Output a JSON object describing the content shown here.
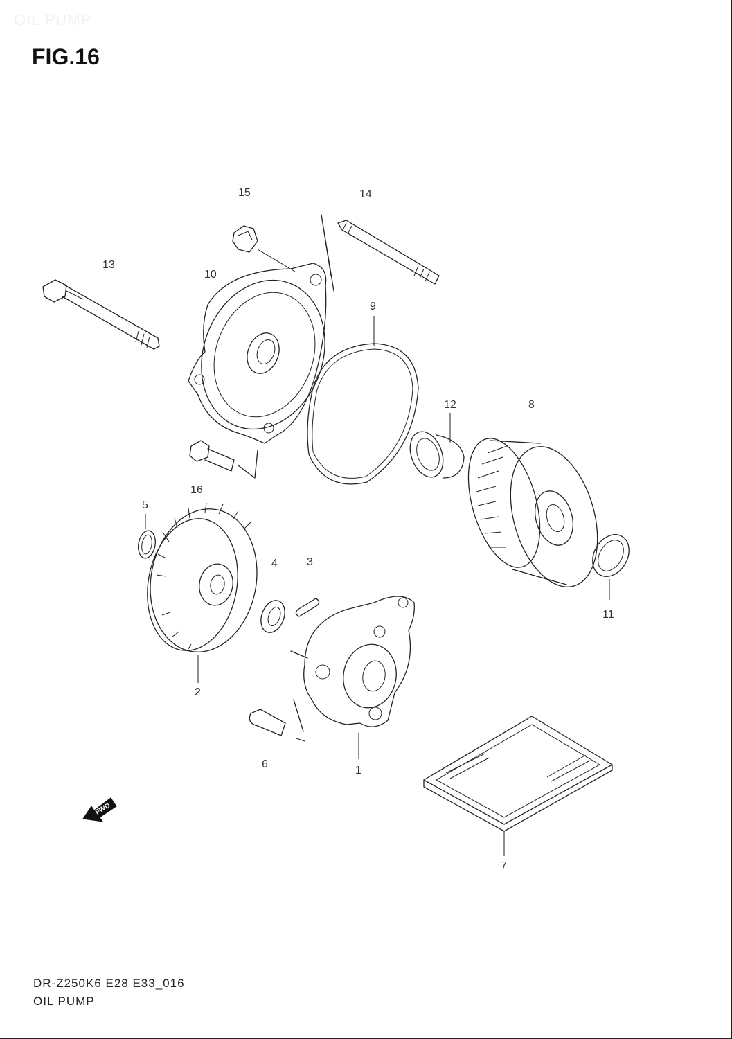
{
  "header": {
    "watermark": "OIL PUMP",
    "figure": "FIG.16"
  },
  "parts": [
    {
      "id": "p1",
      "number": "1"
    },
    {
      "id": "p2",
      "number": "2"
    },
    {
      "id": "p3",
      "number": "3"
    },
    {
      "id": "p4",
      "number": "4"
    },
    {
      "id": "p5",
      "number": "5"
    },
    {
      "id": "p6",
      "number": "6"
    },
    {
      "id": "p7",
      "number": "7"
    },
    {
      "id": "p8",
      "number": "8"
    },
    {
      "id": "p9",
      "number": "9"
    },
    {
      "id": "p10",
      "number": "10"
    },
    {
      "id": "p11",
      "number": "11"
    },
    {
      "id": "p12",
      "number": "12"
    },
    {
      "id": "p13",
      "number": "13"
    },
    {
      "id": "p14",
      "number": "14"
    },
    {
      "id": "p15",
      "number": "15"
    },
    {
      "id": "p16",
      "number": "16"
    }
  ],
  "fwd_label": "FWD",
  "footer": {
    "code": "DR-Z250K6 E28 E33_016",
    "name": "OIL PUMP"
  }
}
